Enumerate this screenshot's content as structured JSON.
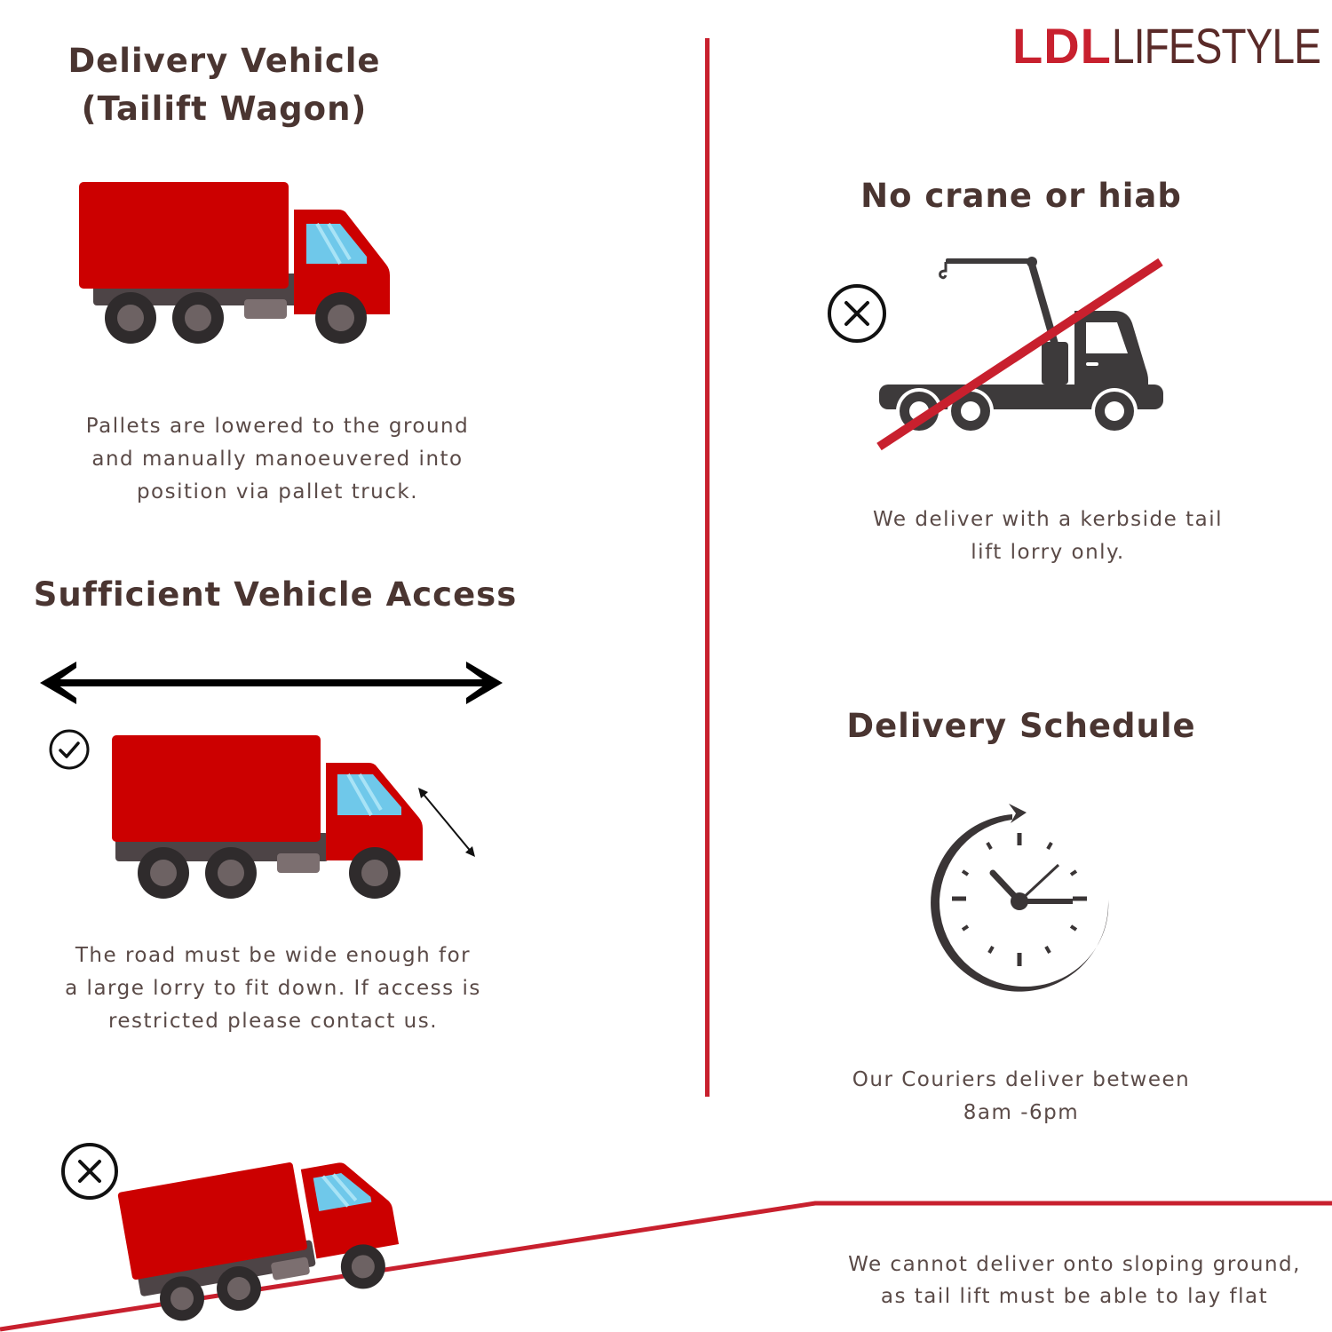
{
  "brand": {
    "name_bold": "LDL",
    "name_light": "LIFESTYLE",
    "accent_color": "#c8202e",
    "dark_color": "#4a3531"
  },
  "sections": {
    "delivery_vehicle": {
      "title_line1": "Delivery Vehicle",
      "title_line2": "(Tailift Wagon)",
      "text_line1": "Pallets are lowered to the ground",
      "text_line2": "and manually manoeuvered into",
      "text_line3": "position via pallet truck.",
      "icon": "red-box-truck"
    },
    "no_crane": {
      "title": "No crane or hiab",
      "text_line1": "We deliver with a kerbside tail",
      "text_line2": "lift lorry only.",
      "icon": "crane-truck-crossed-out",
      "status_icon": "cross-circle"
    },
    "vehicle_access": {
      "title": "Sufficient Vehicle Access",
      "text_line1": "The road must be wide enough for",
      "text_line2": "a large lorry to fit down. If access is",
      "text_line3": "restricted please contact us.",
      "icon": "red-box-truck-with-width-arrow",
      "status_icon": "check-circle"
    },
    "delivery_schedule": {
      "title": "Delivery Schedule",
      "text_line1": "Our Couriers deliver between",
      "text_line2": "8am -6pm",
      "icon": "clock-with-arrow"
    },
    "sloping_ground": {
      "text_line1": "We cannot deliver onto sloping ground,",
      "text_line2": "as tail lift must be able to lay flat",
      "icon": "red-box-truck-on-slope",
      "status_icon": "cross-circle"
    }
  }
}
